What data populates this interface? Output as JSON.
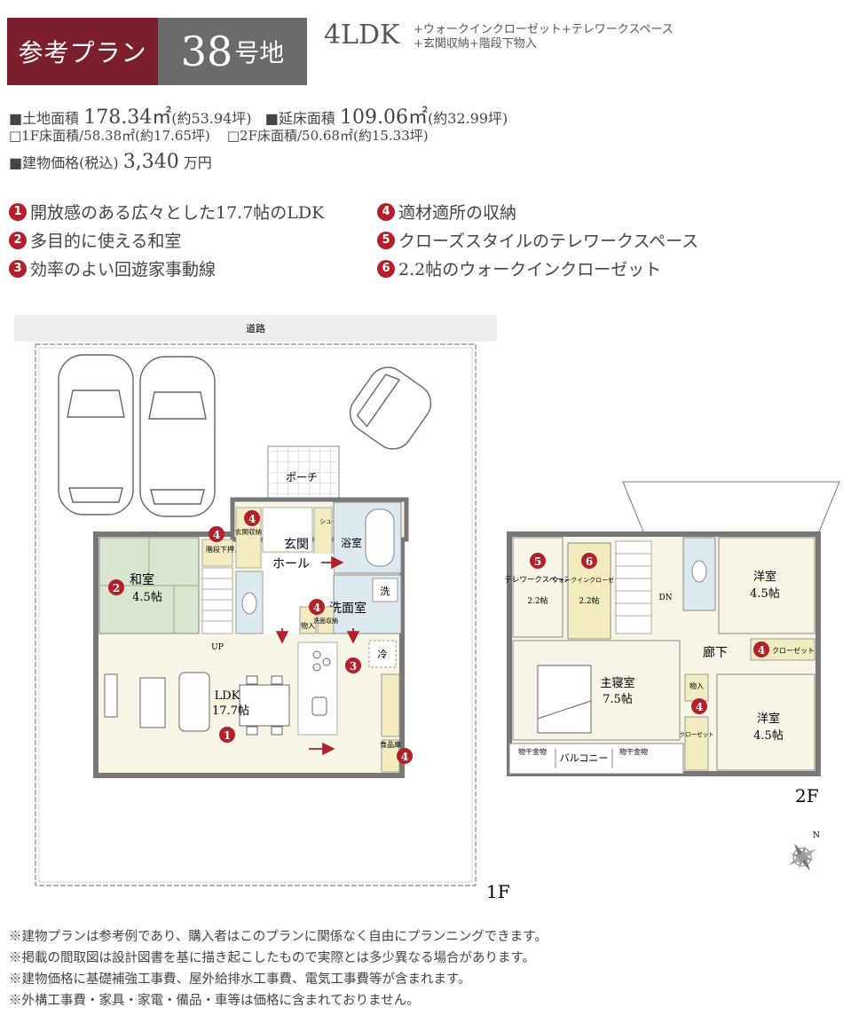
{
  "header": {
    "badge_label": "参考プラン",
    "lot_number": "38",
    "lot_unit": "号地",
    "layout_type": "4LDK",
    "extras_line1": "+ウォークインクローゼット+テレワークスペース",
    "extras_line2": "+玄関収納+階段下物入"
  },
  "specs": {
    "land_label": "■土地面積",
    "land_value": "178.34㎡",
    "land_tsubo": "(約53.94坪)",
    "floor_label": "■延床面積",
    "floor_value": "109.06㎡",
    "floor_tsubo": "(約32.99坪)",
    "f1_area": "□1F床面積/58.38㎡(約17.65坪)",
    "f2_area": "□2F床面積/50.68㎡(約15.33坪)",
    "price_label": "■建物価格(税込)",
    "price_value": "3,340",
    "price_unit": "万円"
  },
  "features": [
    {
      "num": "1",
      "text": "開放感のある広々とした17.7帖のLDK"
    },
    {
      "num": "2",
      "text": "多目的に使える和室"
    },
    {
      "num": "3",
      "text": "効率のよい回遊家事動線"
    },
    {
      "num": "4",
      "text": "適材適所の収納"
    },
    {
      "num": "5",
      "text": "クローズスタイルのテレワークスペース"
    },
    {
      "num": "6",
      "text": "2.2帖のウォークインクローゼット"
    }
  ],
  "floor1": {
    "road": "道路",
    "porch": "ポーチ",
    "entrance": "玄関",
    "entrance_storage": "玄関収納",
    "under_stairs": "階段下押入",
    "shoe_box": "シューズボックス",
    "bath": "浴室",
    "hall": "ホール",
    "washroom": "洗面室",
    "wash_storage": "洗面収納",
    "storage": "物入",
    "washer": "洗",
    "fridge": "冷",
    "pantry": "食品庫",
    "up": "UP",
    "japanese_room": "和室",
    "japanese_size": "4.5帖",
    "ldk": "LDK",
    "ldk_size": "17.7帖",
    "floor_label": "1F"
  },
  "floor2": {
    "telework": "テレワークスペース",
    "telework_size": "2.2帖",
    "wic": "ウォークインクローゼット",
    "wic_size": "2.2帖",
    "dn": "DN",
    "room_a": "洋室",
    "room_a_size": "4.5帖",
    "closet": "クローゼット",
    "corridor": "廊下",
    "master": "主寝室",
    "master_size": "7.5帖",
    "storage": "物入",
    "closet2": "クローゼット",
    "room_b": "洋室",
    "room_b_size": "4.5帖",
    "balcony": "バルコニー",
    "drying1": "物干金物",
    "drying2": "物干金物",
    "floor_label": "2F"
  },
  "compass_label": "N",
  "notes": [
    "※建物プランは参考例であり、購入者はこのプランに関係なく自由にプランニングできます。",
    "※掲載の間取図は設計図書を基に描き起こしたもので実際とは多少異なる場合があります。",
    "※建物価格に基礎補強工事費、屋外給排水工事費、電気工事費等が含まれます。",
    "※外構工事費・家具・家電・備品・車等は価格に含まれておりません。"
  ],
  "colors": {
    "accent": "#b3202a",
    "badge_bg": "#7a1f2b",
    "badge_gray": "#6b6b6b",
    "tatami": "#d9e6cf",
    "floor": "#f7f5e6",
    "wet": "#dde9f1",
    "storage": "#f3ecc0"
  }
}
